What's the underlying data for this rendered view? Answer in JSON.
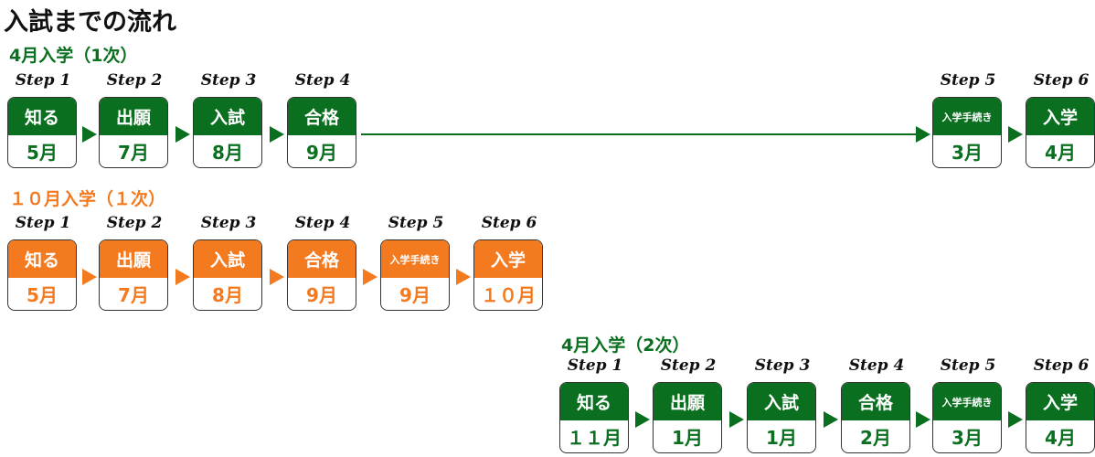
{
  "title": "入試までの流れ",
  "colors": {
    "green": "#0a7020",
    "orange": "#f47a20"
  },
  "rows": [
    {
      "label": "4月入学（1次）",
      "color": "green",
      "steps": [
        {
          "step": "Step 1",
          "name": "知る",
          "month": "5月"
        },
        {
          "step": "Step 2",
          "name": "出願",
          "month": "7月"
        },
        {
          "step": "Step 3",
          "name": "入試",
          "month": "8月"
        },
        {
          "step": "Step 4",
          "name": "合格",
          "month": "9月"
        },
        {
          "step": "Step 5",
          "name": "入学手続き",
          "month": "3月"
        },
        {
          "step": "Step 6",
          "name": "入学",
          "month": "4月"
        }
      ]
    },
    {
      "label": "１０月入学（１次）",
      "color": "orange",
      "steps": [
        {
          "step": "Step 1",
          "name": "知る",
          "month": "5月"
        },
        {
          "step": "Step 2",
          "name": "出願",
          "month": "7月"
        },
        {
          "step": "Step 3",
          "name": "入試",
          "month": "8月"
        },
        {
          "step": "Step 4",
          "name": "合格",
          "month": "9月"
        },
        {
          "step": "Step 5",
          "name": "入学手続き",
          "month": "9月"
        },
        {
          "step": "Step 6",
          "name": "入学",
          "month": "１０月"
        }
      ]
    },
    {
      "label": "4月入学（2次）",
      "color": "green",
      "steps": [
        {
          "step": "Step 1",
          "name": "知る",
          "month": "１１月"
        },
        {
          "step": "Step 2",
          "name": "出願",
          "month": "1月"
        },
        {
          "step": "Step 3",
          "name": "入試",
          "month": "1月"
        },
        {
          "step": "Step 4",
          "name": "合格",
          "month": "2月"
        },
        {
          "step": "Step 5",
          "name": "入学手続き",
          "month": "3月"
        },
        {
          "step": "Step 6",
          "name": "入学",
          "month": "4月"
        }
      ]
    }
  ]
}
